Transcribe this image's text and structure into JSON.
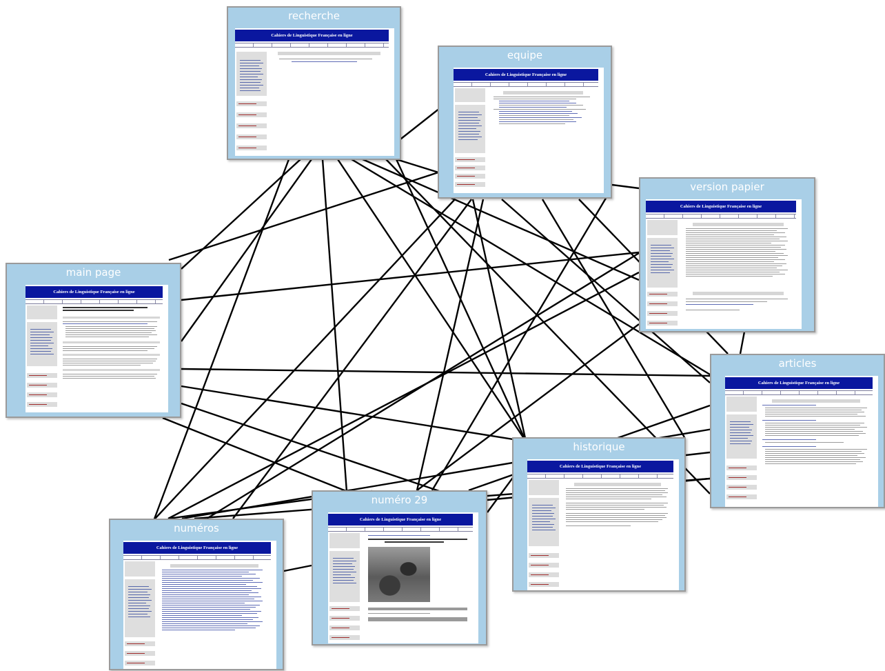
{
  "banner_text": "Cahiers de Linguistique Française en ligne",
  "nodes": {
    "recherche": "recherche",
    "equipe": "equipe",
    "version_papier": "version papier",
    "main_page": "main page",
    "articles": "articles",
    "historique": "historique",
    "numero_29": "numéro 29",
    "numeros": "numéros"
  },
  "colors": {
    "node_fill": "#a9cfe7",
    "node_border": "#9a9a9a",
    "banner": "#0a179f",
    "link_line": "#000000"
  }
}
